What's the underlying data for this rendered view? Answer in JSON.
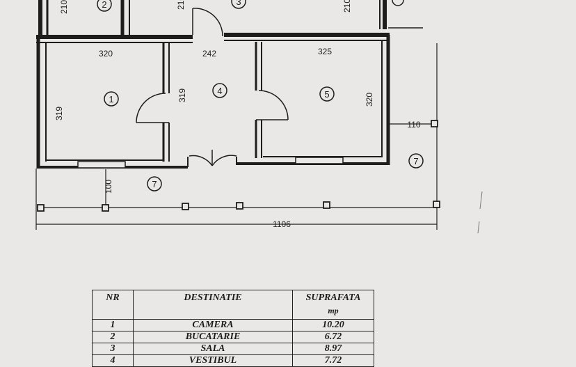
{
  "plan": {
    "dimensions": {
      "room1_width": "320",
      "hall_width": "242",
      "room5_width": "325",
      "room1_height": "319",
      "hall_left_height": "319",
      "room5_height": "320",
      "terrace_depth": "100",
      "terrace_side": "110",
      "total_length": "1106",
      "top_left": "210",
      "top_mid": "210",
      "top_right": "210"
    },
    "room_numbers": {
      "r1": "1",
      "r2": "2",
      "r3": "3",
      "r4": "4",
      "r5": "5",
      "r7a": "7",
      "r7b": "7"
    }
  },
  "table": {
    "headers": {
      "nr": "NR",
      "destination": "DESTINATIE",
      "area": "SUPRAFATA",
      "area_unit": "mp"
    },
    "rows": [
      {
        "nr": "1",
        "destination": "CAMERA",
        "area": "10.20"
      },
      {
        "nr": "2",
        "destination": "BUCATARIE",
        "area": "6.72"
      },
      {
        "nr": "3",
        "destination": "SALA",
        "area": "8.97"
      },
      {
        "nr": "4",
        "destination": "VESTIBUL",
        "area": "7.72"
      }
    ]
  }
}
